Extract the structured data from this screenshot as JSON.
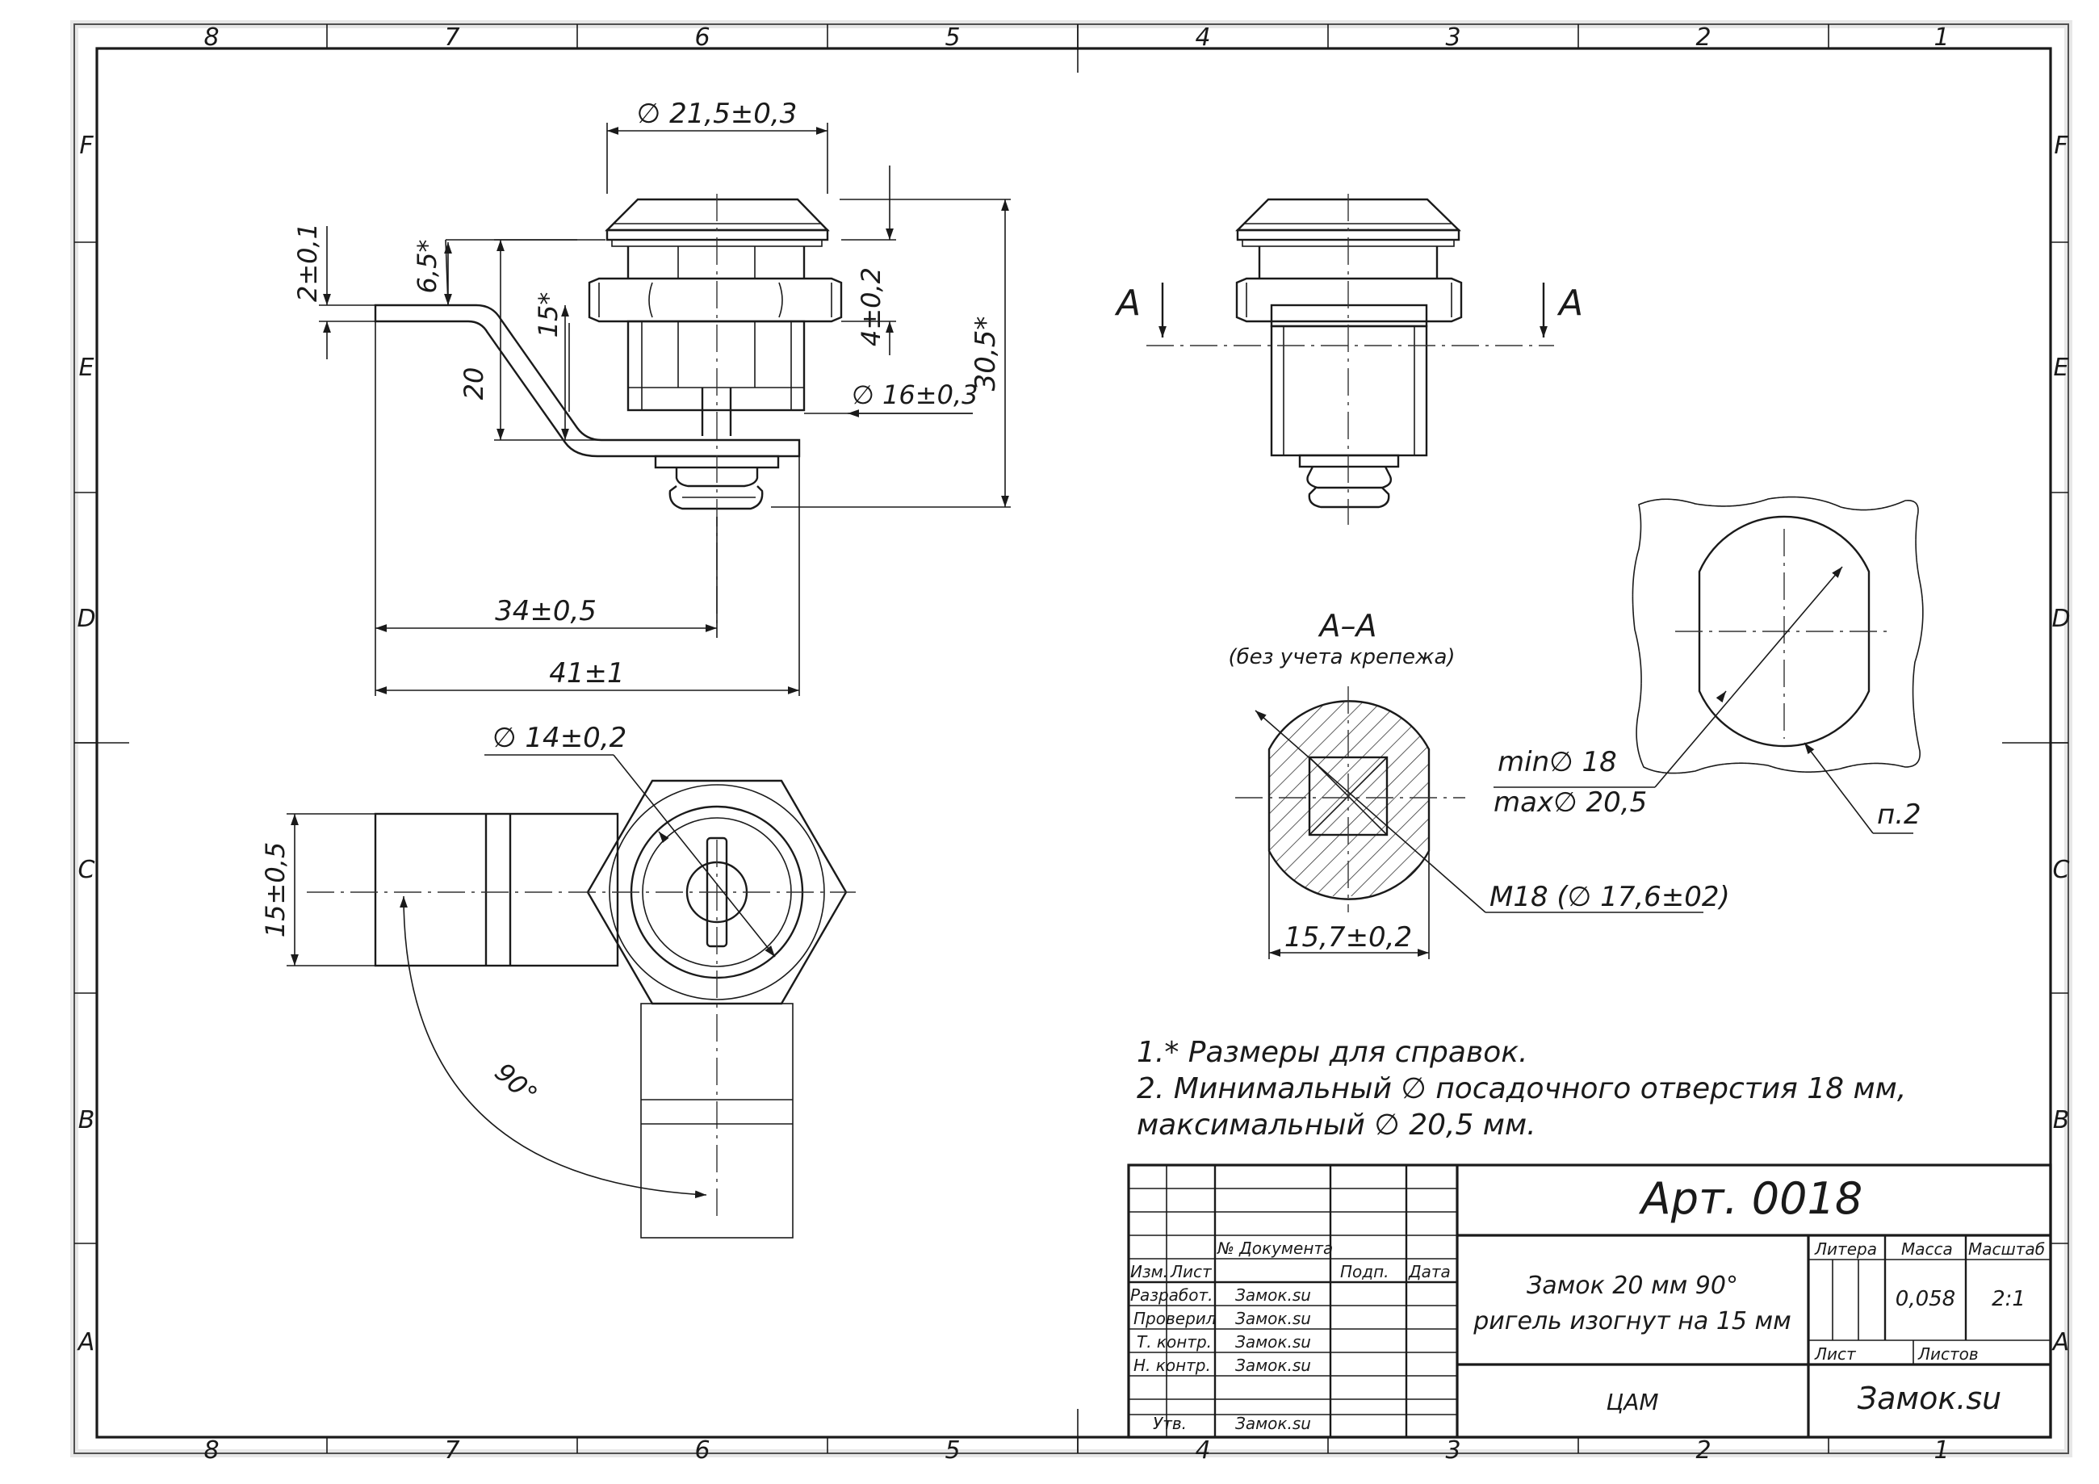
{
  "border": {
    "columns": [
      "8",
      "7",
      "6",
      "5",
      "4",
      "3",
      "2",
      "1"
    ],
    "rows": [
      "F",
      "E",
      "D",
      "C",
      "B",
      "A"
    ]
  },
  "dimensions": {
    "d_head": "∅ 21,5±0,3",
    "h_2": "2±0,1",
    "h_6_5": "6,5*",
    "h_15": "15*",
    "h_20": "20",
    "h_4": "4±0,2",
    "h_30_5": "30,5*",
    "d_thread": "∅ 16±0,3",
    "l_34": "34±0,5",
    "l_41": "41±1",
    "d_14": "∅ 14±0,2",
    "w_15": "15±0,5",
    "angle": "90°",
    "s_15_7": "15,7±0,2",
    "m18": "M18  (∅ 17,6±02)",
    "min_d": "min∅  18",
    "max_d": "max∅ 20,5",
    "p2": "п.2"
  },
  "section": {
    "marker": "A",
    "title": "A–A",
    "subtitle": "(без учета крепежа)"
  },
  "notes": [
    "1.* Размеры для справок.",
    "2. Минимальный ∅ посадочного отверстия 18 мм,",
    "максимальный ∅  20,5 мм."
  ],
  "title_block": {
    "article": "Арт. 0018",
    "doc_no_header": "№ Документа",
    "izm": "Изм.",
    "list": "Лист",
    "podp": "Подп.",
    "data": "Дата",
    "roles": [
      "Разработ.",
      "Проверил",
      "Т. контр.",
      "Н. контр.",
      "Утв."
    ],
    "names": [
      "Замок.su",
      "Замок.su",
      "Замок.su",
      "Замок.su",
      "Замок.su"
    ],
    "name_line1": "Замок 20 мм 90°",
    "name_line2": "ригель изогнут на 15 мм",
    "litera": "Литера",
    "massa": "Масса",
    "masshtab": "Масштаб",
    "mass_value": "0,058",
    "scale_value": "2:1",
    "list_label": "Лист",
    "listov_label": "Листов",
    "material": "ЦАМ",
    "company": "Замок.su"
  }
}
